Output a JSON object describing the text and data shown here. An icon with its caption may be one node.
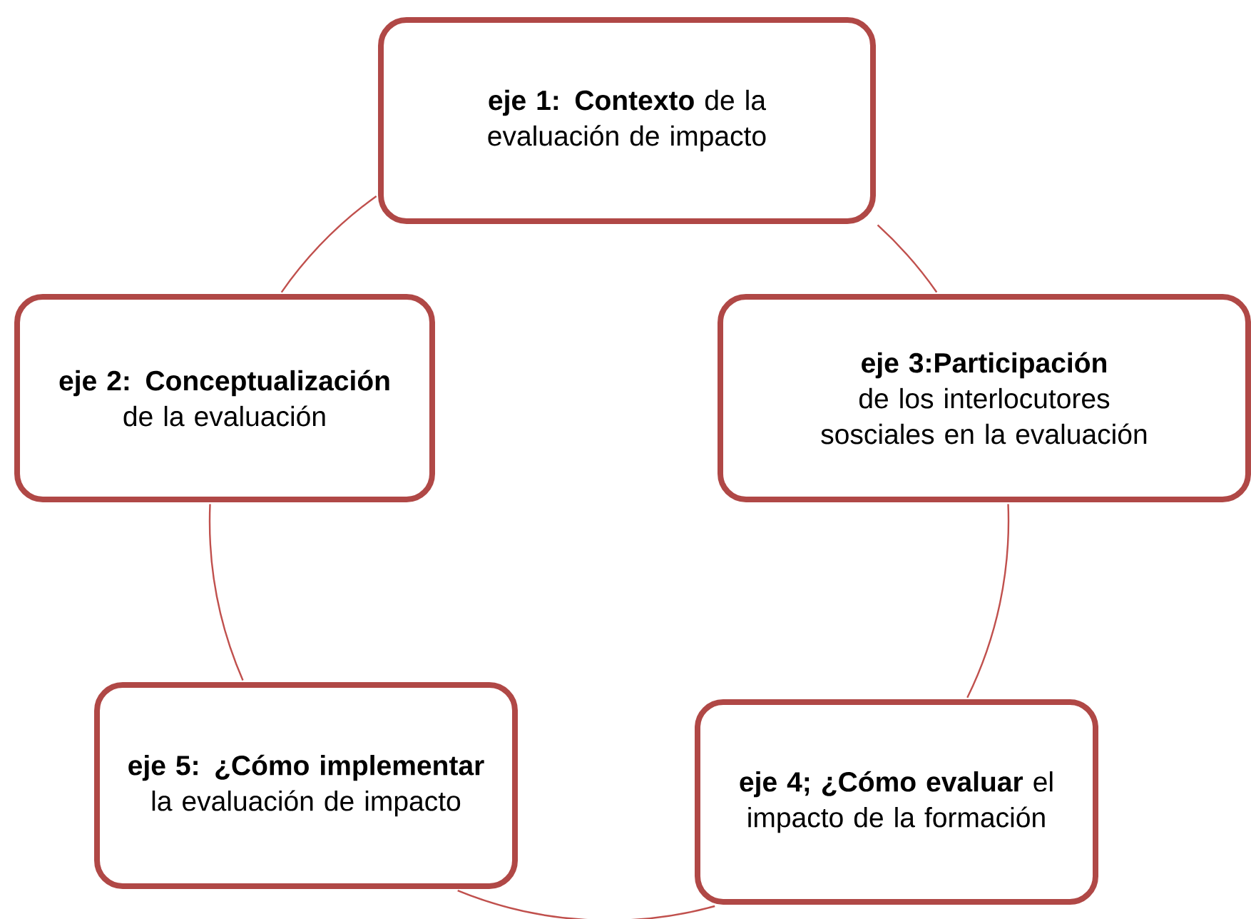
{
  "diagram": {
    "nodes": [
      {
        "text": [
          "**eje 1: Contexto** de la evaluación de impacto"
        ]
      },
      {
        "text": [
          "**eje 2: Conceptualización** de la evaluación"
        ]
      },
      {
        "text": [
          "**eje 3:Participación** de los interlocutores sosciales en la evaluación"
        ]
      },
      {
        "text": [
          "**eje 5: ¿Cómo implementar** la evaluación de impacto"
        ]
      },
      {
        "text": [
          "**eje 4; ¿Cómo evaluar** el impacto de la formación"
        ]
      }
    ],
    "edges": [
      {
        "from": 0,
        "to": 1,
        "arrow": "none"
      },
      {
        "from": 0,
        "to": 2,
        "arrow": "none"
      },
      {
        "from": 2,
        "to": 4,
        "arrow": "none"
      },
      {
        "from": 4,
        "to": 3,
        "arrow": "none"
      },
      {
        "from": 3,
        "to": 1,
        "arrow": "none"
      }
    ]
  }
}
